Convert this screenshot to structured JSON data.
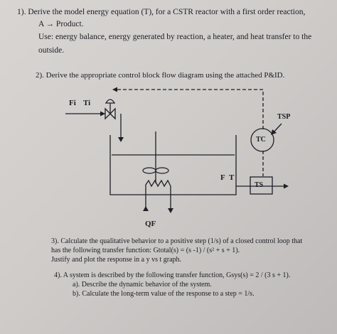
{
  "q1": {
    "line1": "1). Derive the model energy equation (T), for a CSTR reactor with a first order reaction,",
    "line2": "A → Product.",
    "line3": "Use: energy balance, energy generated by reaction, a heater, and heat transfer to the",
    "line4": "outside."
  },
  "q2": {
    "text": "2). Derive the appropriate control block flow diagram using the attached P&ID."
  },
  "diagram": {
    "inlet_f": "Fi",
    "inlet_t": "Ti",
    "controller": "TC",
    "transmitter": "TS",
    "setpoint": "TSP",
    "outlet_f": "F",
    "outlet_t": "T",
    "heat_flow": "QF"
  },
  "q3": {
    "line1": "3). Calculate the qualitative behavior to a positive step (1/s) of a closed control loop that",
    "line2": "has the following transfer function: Gtotal(s) = (s -1) / (s² + s + 1).",
    "line3": "Justify and plot the response in a y vs t graph."
  },
  "q4": {
    "line1": "4). A system is described by the following transfer function, Gsys(s) = 2 / (3 s + 1).",
    "line2": "a). Describe the dynamic behavior of the system.",
    "line3": "b). Calculate the long-term value of the response to a step = 1/s."
  }
}
